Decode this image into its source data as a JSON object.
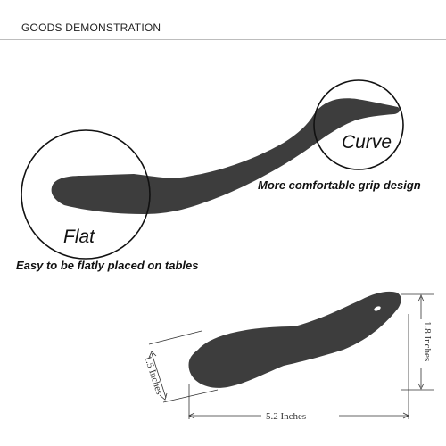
{
  "header": {
    "title": "GOODS DEMONSTRATION"
  },
  "labels": {
    "curve": "Curve",
    "flat": "Flat",
    "curve_caption": "More comfortable grip design",
    "flat_caption": "Easy to be flatly placed on tables"
  },
  "dimensions": {
    "length": "5.2 Inches",
    "bowl_width": "1.5 Inches",
    "height": "1.8 Inches"
  },
  "colors": {
    "spoon": "#3d3d3d",
    "text": "#111111",
    "rule": "#bdbdbd"
  }
}
